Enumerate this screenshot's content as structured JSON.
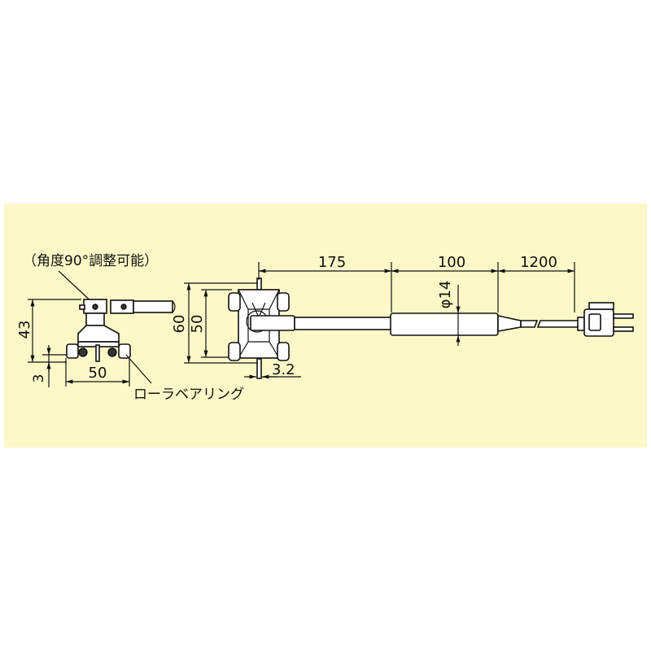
{
  "colors": {
    "background": "#fdf8c8",
    "line": "#111111"
  },
  "side_view": {
    "annotation": "（角度90°調整可能）",
    "bearing_label": "ローラベアリング",
    "dim_height": "43",
    "dim_clearance": "3",
    "dim_width": "50"
  },
  "front_view": {
    "dim_outer": "60",
    "dim_inner": "50",
    "dim_stem": "3.2",
    "dim_rod": "175",
    "dim_handle": "100",
    "dim_cable": "1200",
    "dim_diameter": "φ14"
  }
}
